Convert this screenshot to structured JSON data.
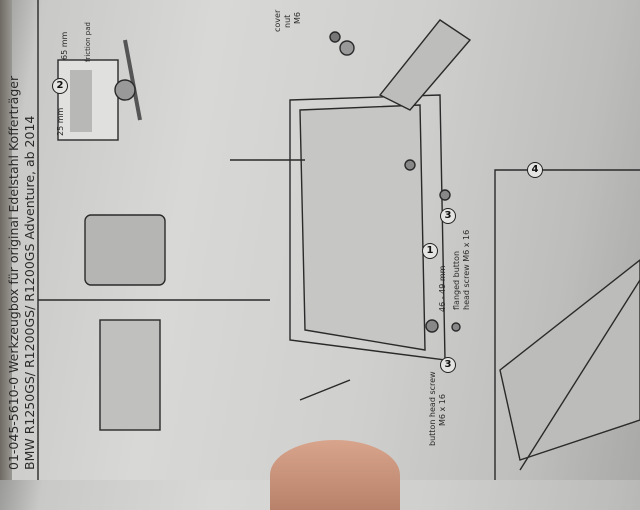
{
  "title": {
    "line1": "01-045-5610-0 Werkzeugbox für original Edelstahl Kofferträger",
    "line2": "BMW R1250GS/ R1200GS/ R1200GS Adventure, ab 2014"
  },
  "friction": {
    "step": "2",
    "len_long": "65 mm",
    "len_short": "25 mm",
    "pad": "friction pad"
  },
  "cover_nut": {
    "l1": "cover",
    "l2": "nut",
    "l3": "M6"
  },
  "steps": {
    "one": "1",
    "three_a": "3",
    "three_b": "3",
    "four": "4"
  },
  "measure": "46 - 49 mm",
  "flanged": {
    "l1": "flanged button",
    "l2": "head screw M6 x 16"
  },
  "button": {
    "l1": "button head screw",
    "l2": "M6 x 16"
  }
}
